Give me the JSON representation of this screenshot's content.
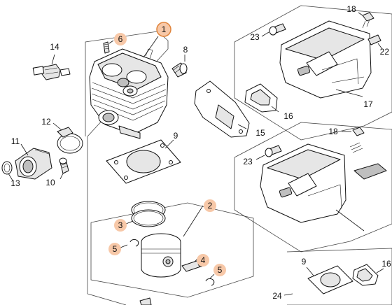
{
  "callouts": {
    "c1": "1",
    "c2": "2",
    "c3": "3",
    "c4": "4",
    "c5a": "5",
    "c5b": "5",
    "c6": "6",
    "c8": "8",
    "c9a": "9",
    "c9b": "9",
    "c10": "10",
    "c11": "11",
    "c12": "12",
    "c13": "13",
    "c14": "14",
    "c15": "15",
    "c16a": "16",
    "c16b": "16",
    "c17": "17",
    "c18a": "18",
    "c18b": "18",
    "c22": "22",
    "c23a": "23",
    "c23b": "23",
    "c24": "24"
  },
  "colors": {
    "highlight_fill": "#f7c8a8",
    "highlight_ring": "#e0843b",
    "line": "#111111"
  }
}
